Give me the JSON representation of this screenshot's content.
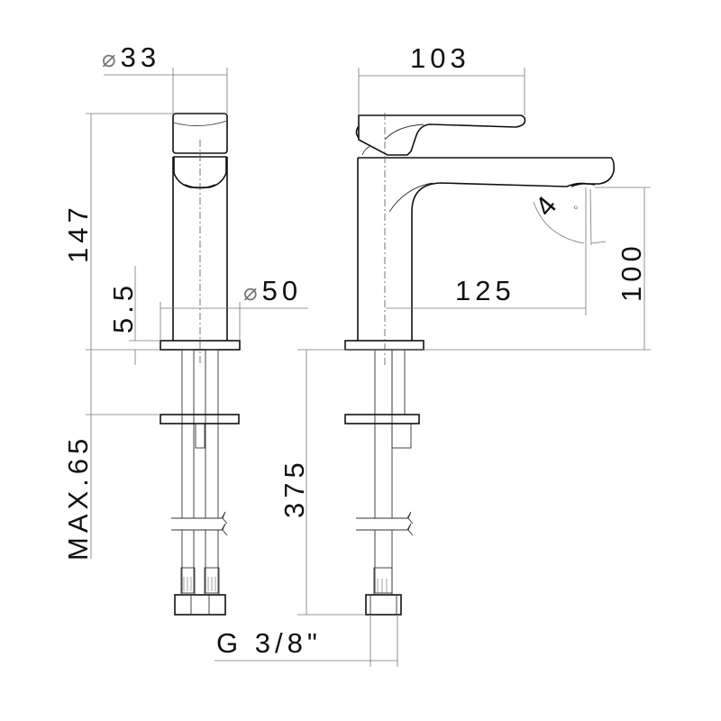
{
  "dimensions": {
    "top_diameter": {
      "symbol": "⌀",
      "value": "33"
    },
    "base_diameter": {
      "symbol": "⌀",
      "value": "50"
    },
    "total_height": "147",
    "base_thickness": "5.5",
    "max_deck": "MAX.65",
    "handle_length": "103",
    "spout_reach": "125",
    "spout_height": "100",
    "spout_angle": "4",
    "angle_unit": "°",
    "hose_length": "375",
    "thread": "G 3/8\""
  }
}
